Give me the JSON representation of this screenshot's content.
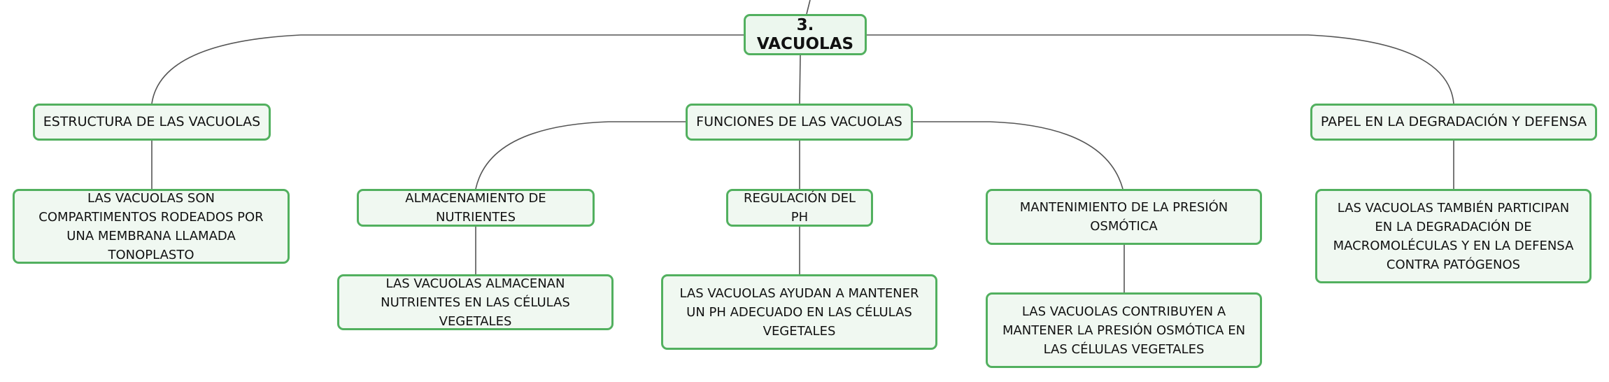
{
  "colors": {
    "border": "#52b05f",
    "fill": "#f0f8f1",
    "line": "#555555"
  },
  "root": "3. VACUOLAS",
  "branches": {
    "estructura": {
      "label": "ESTRUCTURA DE LAS VACUOLAS",
      "detail": "LAS VACUOLAS SON COMPARTIMENTOS RODEADOS POR UNA MEMBRANA LLAMADA TONOPLASTO"
    },
    "funciones": {
      "label": "FUNCIONES DE LAS VACUOLAS",
      "almacenamiento": {
        "label": "ALMACENAMIENTO DE NUTRIENTES",
        "detail": "LAS VACUOLAS ALMACENAN NUTRIENTES EN LAS CÉLULAS VEGETALES"
      },
      "ph": {
        "label": "REGULACIÓN DEL PH",
        "detail": "LAS VACUOLAS AYUDAN A MANTENER UN PH ADECUADO EN LAS CÉLULAS VEGETALES"
      },
      "presion": {
        "label": "MANTENIMIENTO DE LA PRESIÓN OSMÓTICA",
        "detail": "LAS VACUOLAS CONTRIBUYEN A MANTENER LA PRESIÓN OSMÓTICA EN LAS CÉLULAS VEGETALES"
      }
    },
    "papel": {
      "label": "PAPEL EN LA DEGRADACIÓN Y DEFENSA",
      "detail": "LAS VACUOLAS TAMBIÉN PARTICIPAN EN LA DEGRADACIÓN DE MACROMOLÉCULAS Y EN LA DEFENSA CONTRA PATÓGENOS"
    }
  }
}
